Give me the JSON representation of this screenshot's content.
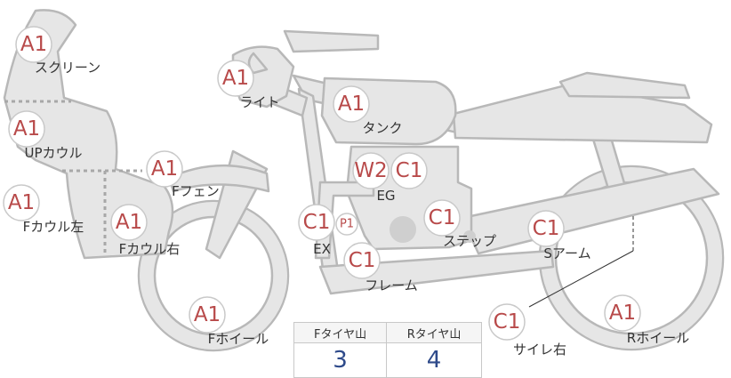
{
  "parts": [
    {
      "key": "screen",
      "grade": "A1",
      "label": "スクリーン"
    },
    {
      "key": "up_cowl",
      "grade": "A1",
      "label": "UPカウル"
    },
    {
      "key": "f_cowl_left",
      "grade": "A1",
      "label": "Fカウル左"
    },
    {
      "key": "f_cowl_right",
      "grade": "A1",
      "label": "Fカウル右"
    },
    {
      "key": "light",
      "grade": "A1",
      "label": "ライト"
    },
    {
      "key": "tank",
      "grade": "A1",
      "label": "タンク"
    },
    {
      "key": "f_fender",
      "grade": "A1",
      "label": "Fフェン"
    },
    {
      "key": "engine",
      "grades": [
        "W2",
        "C1"
      ],
      "label": "EG"
    },
    {
      "key": "exhaust",
      "grade": "C1",
      "grade_extra": "P1",
      "label": "EX"
    },
    {
      "key": "step",
      "grade": "C1",
      "label": "ステップ"
    },
    {
      "key": "frame",
      "grade": "C1",
      "label": "フレーム"
    },
    {
      "key": "s_arm",
      "grade": "C1",
      "label": "Sアーム"
    },
    {
      "key": "f_wheel",
      "grade": "A1",
      "label": "Fホイール"
    },
    {
      "key": "r_wheel",
      "grade": "A1",
      "label": "Rホイール"
    },
    {
      "key": "muffler_r",
      "grade": "C1",
      "label": "サイレ右"
    }
  ],
  "tread": {
    "front_header": "Fタイヤ山",
    "rear_header": "Rタイヤ山",
    "front_value": "3",
    "rear_value": "4"
  }
}
